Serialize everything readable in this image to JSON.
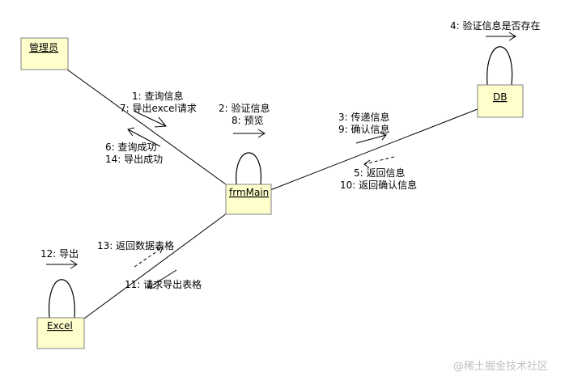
{
  "objects": {
    "admin": "管理员",
    "frmmain": "frmMain",
    "db": "DB",
    "excel": "Excel"
  },
  "messages": {
    "m1": "1: 查询信息",
    "m7": "7: 导出excel请求",
    "m6": "6: 查询成功",
    "m14": "14: 导出成功",
    "m2": "2: 验证信息",
    "m8": "8: 预览",
    "m3": "3: 传递信息",
    "m9": "9: 确认信息",
    "m5": "5: 返回信息",
    "m10": "10: 返回确认信息",
    "m4": "4: 验证信息是否存在",
    "m12": "12: 导出",
    "m13": "13: 返回数据表格",
    "m11": "11: 请求导出表格"
  },
  "watermark": "@稀土掘金技术社区"
}
